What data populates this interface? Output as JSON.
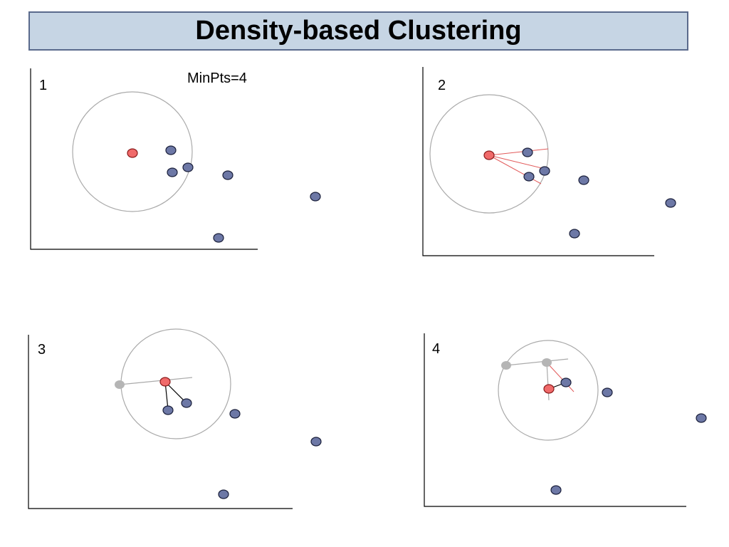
{
  "title": "Density-based Clustering",
  "param_label": "MinPts=4",
  "panels": [
    {
      "label": "1"
    },
    {
      "label": "2"
    },
    {
      "label": "3"
    },
    {
      "label": "4"
    }
  ],
  "colors": {
    "title_bg": "#c6d5e4",
    "point": "#6d78a6",
    "core_point": "#f06a6a",
    "visited_point": "#b5b5b5",
    "neighbor_link": "#e25a5a"
  }
}
